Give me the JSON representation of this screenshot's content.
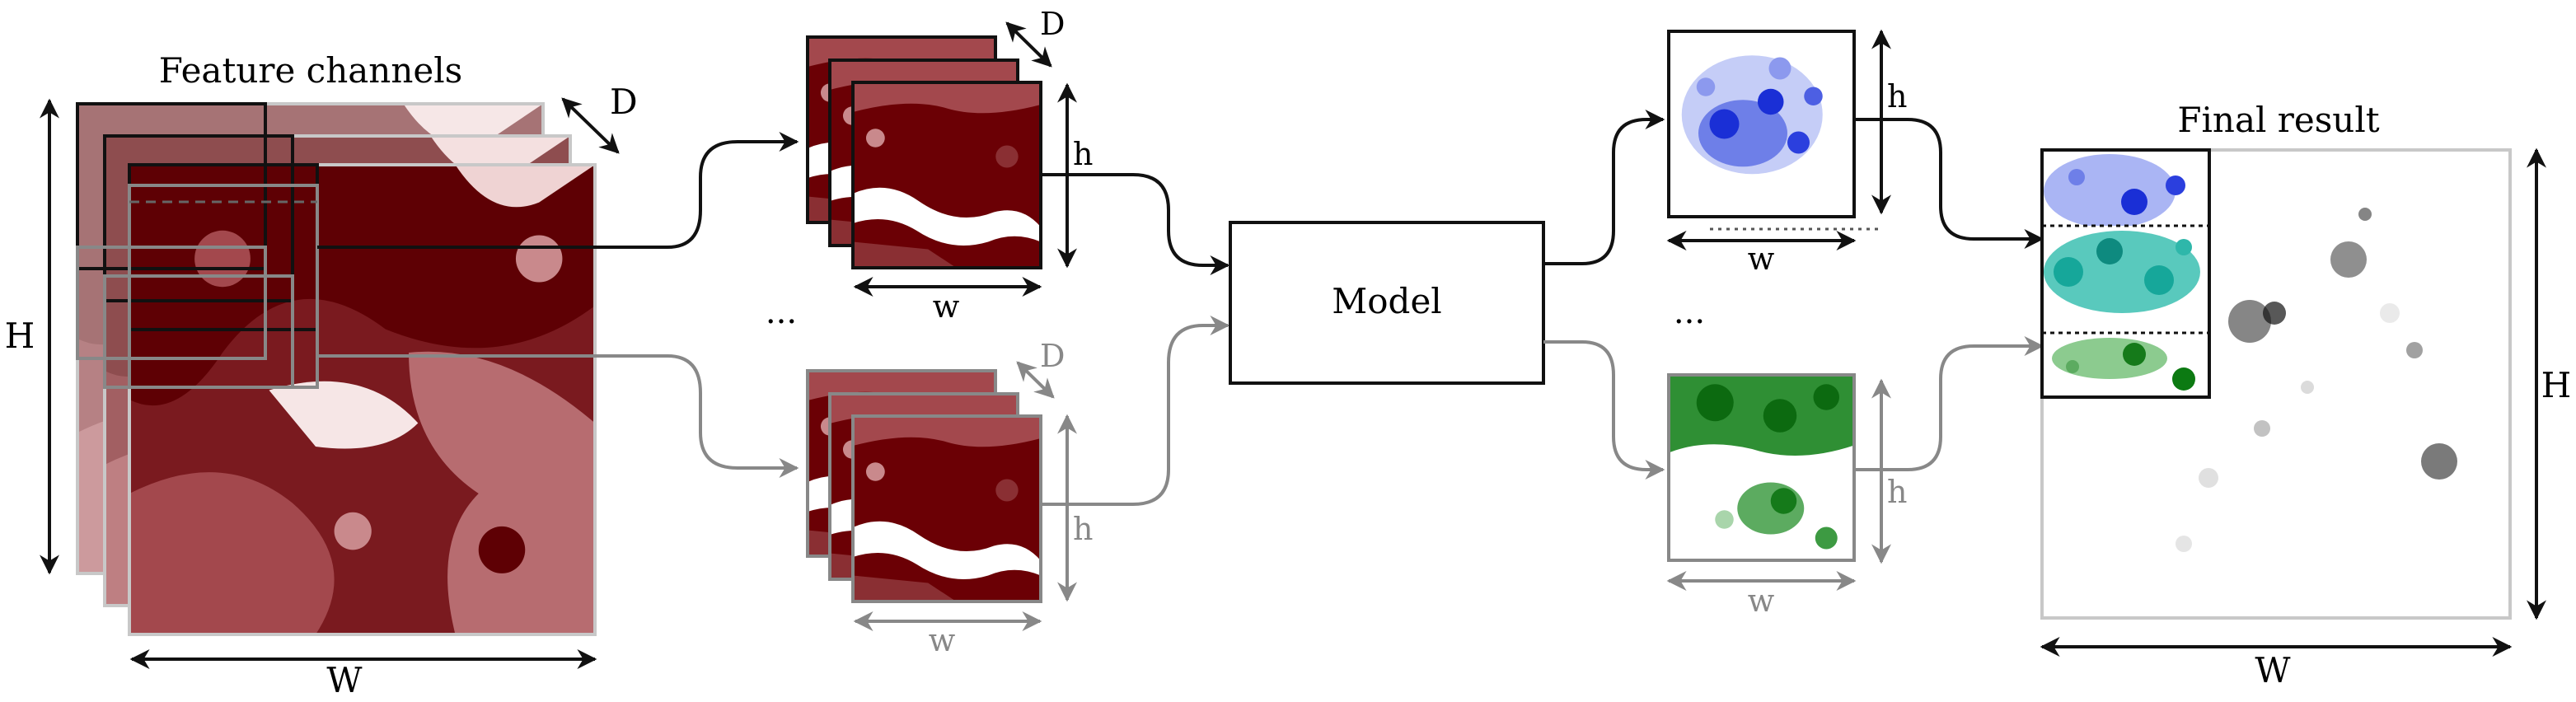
{
  "input": {
    "title": "Feature channels",
    "dim_depth": "D",
    "dim_height": "H",
    "dim_width": "W"
  },
  "patch_stack_top": {
    "dim_depth": "D",
    "dim_height": "h",
    "dim_width": "w"
  },
  "patch_stack_bottom": {
    "dim_depth": "D",
    "dim_height": "h",
    "dim_width": "w"
  },
  "ellipsis": "...",
  "model": {
    "label": "Model"
  },
  "prediction_top": {
    "dim_height": "h",
    "dim_width": "w"
  },
  "prediction_bottom": {
    "dim_height": "h",
    "dim_width": "w"
  },
  "output": {
    "title": "Final result",
    "dim_height": "H",
    "dim_width": "W"
  },
  "colors": {
    "dark_red": "#6b0005",
    "mid_red": "#8a2f33",
    "light_red": "#c9898c",
    "pale_red": "#efd3d3",
    "pred_blue": "#1a2fd6",
    "pred_teal": "#16a79a",
    "pred_green": "#0c7a12",
    "frame_black": "#111111",
    "frame_gray": "#888888"
  }
}
